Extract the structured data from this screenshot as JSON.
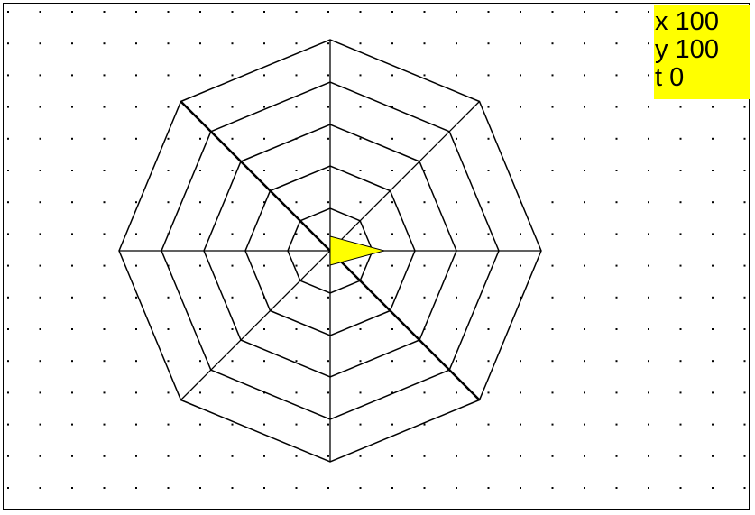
{
  "canvas": {
    "background_color": "#ffffff",
    "grid_dot_color": "#000000",
    "stroke_color": "#000000",
    "turtle_color": "#ffff00"
  },
  "readout": {
    "background_color": "#ffff00",
    "x_line": "x 100",
    "y_line": "y 100",
    "t_line": "t 0"
  },
  "drawing": {
    "shape": "octagonal spider web",
    "octagon_count": 5,
    "spoke_count": 4,
    "turtle_heading_degrees": 0
  }
}
